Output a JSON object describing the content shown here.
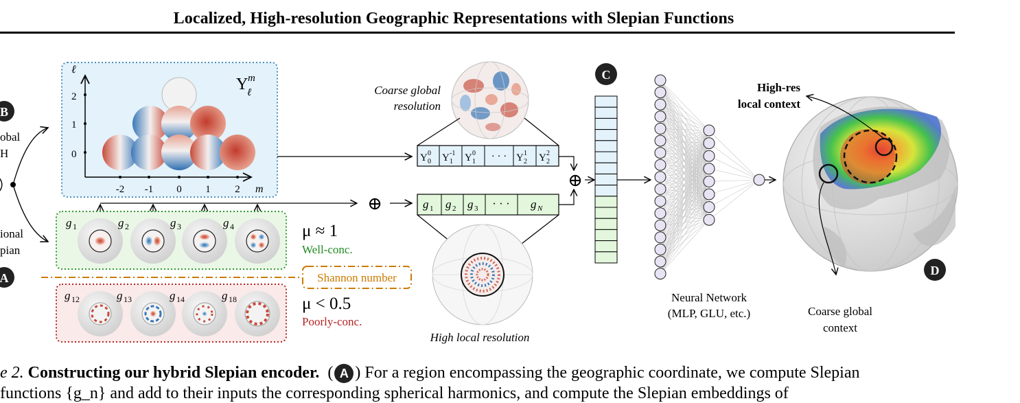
{
  "header": {
    "title": "Localized, High-resolution Geographic Representations with Slepian Functions"
  },
  "figure": {
    "badges": {
      "a": "A",
      "b": "B",
      "c": "C",
      "d": "D"
    },
    "left_labels": {
      "top_line1": "obal",
      "top_line2": "H",
      "bottom_line1": "ional",
      "bottom_line2": "pian"
    },
    "sh_panel": {
      "corner_label": "Y",
      "corner_sub": "ℓ",
      "corner_sup": "m",
      "y_axis_label": "ℓ",
      "x_axis_label": "m",
      "y_ticks": [
        "2",
        "1",
        "0"
      ],
      "x_ticks": [
        "-2",
        "-1",
        "0",
        "1",
        "2"
      ]
    },
    "slepian_good": {
      "labels": [
        "g",
        "g",
        "g",
        "g"
      ],
      "subs": [
        "1",
        "2",
        "3",
        "4"
      ],
      "mu_text": "μ ≈ 1",
      "conc_text": "Well-conc."
    },
    "shannon_text": "Shannon number",
    "slepian_poor": {
      "labels": [
        "g",
        "g",
        "g",
        "g"
      ],
      "subs": [
        "12",
        "13",
        "14",
        "18"
      ],
      "mu_text": "μ < 0.5",
      "conc_text": "Poorly-conc."
    },
    "coarse_label_line1": "Coarse global",
    "coarse_label_line2": "resolution",
    "high_local_label": "High local resolution",
    "sh_vector": {
      "cells": [
        {
          "base": "Y",
          "sub": "0",
          "sup": "0"
        },
        {
          "base": "Y",
          "sub": "1",
          "sup": "-1"
        },
        {
          "base": "Y",
          "sub": "1",
          "sup": "0"
        },
        {
          "base": "· · ·",
          "sub": "",
          "sup": ""
        },
        {
          "base": "Y",
          "sub": "2",
          "sup": "1"
        },
        {
          "base": "Y",
          "sub": "2",
          "sup": "2"
        }
      ]
    },
    "g_vector": {
      "cells": [
        {
          "base": "g",
          "sub": "1"
        },
        {
          "base": "g",
          "sub": "2"
        },
        {
          "base": "g",
          "sub": "3"
        },
        {
          "base": "· · ·",
          "sub": ""
        },
        {
          "base": "g",
          "sub": "N"
        }
      ]
    },
    "oplus_symbol": "⊕",
    "nn_label_line1": "Neural Network",
    "nn_label_line2": "(MLP, GLU, etc.)",
    "globe_labels": {
      "high_res_line1": "High-res",
      "high_res_line2": "local context",
      "coarse_line1": "Coarse global",
      "coarse_line2": "context"
    },
    "colors": {
      "sh_panel_bg": "#e3f2fb",
      "sh_panel_border": "#4a90b8",
      "good_bg": "#eaf7e6",
      "good_border": "#2e9a2e",
      "poor_bg": "#fbeaea",
      "poor_border": "#b22222",
      "shannon": "#cc7a00",
      "well_conc": "#1f8a1f",
      "poor_conc": "#b22222",
      "sh_vector_fill": "#e3f2fb",
      "g_vector_fill": "#e2f7dc",
      "embed_top": "#e3f2fb",
      "embed_bottom": "#e2f7dc",
      "node_fill": "#e8e4f3"
    }
  },
  "caption": {
    "fig_prefix": "e 2.",
    "bold_title": "Constructing our hybrid Slepian encoder.",
    "badge": "A",
    "text": "For a region encompassing the geographic coordinate, we compute Slepian",
    "line2": "functions {g_n} and add to their inputs the corresponding spherical harmonics, and compute the Slepian embeddings of"
  }
}
